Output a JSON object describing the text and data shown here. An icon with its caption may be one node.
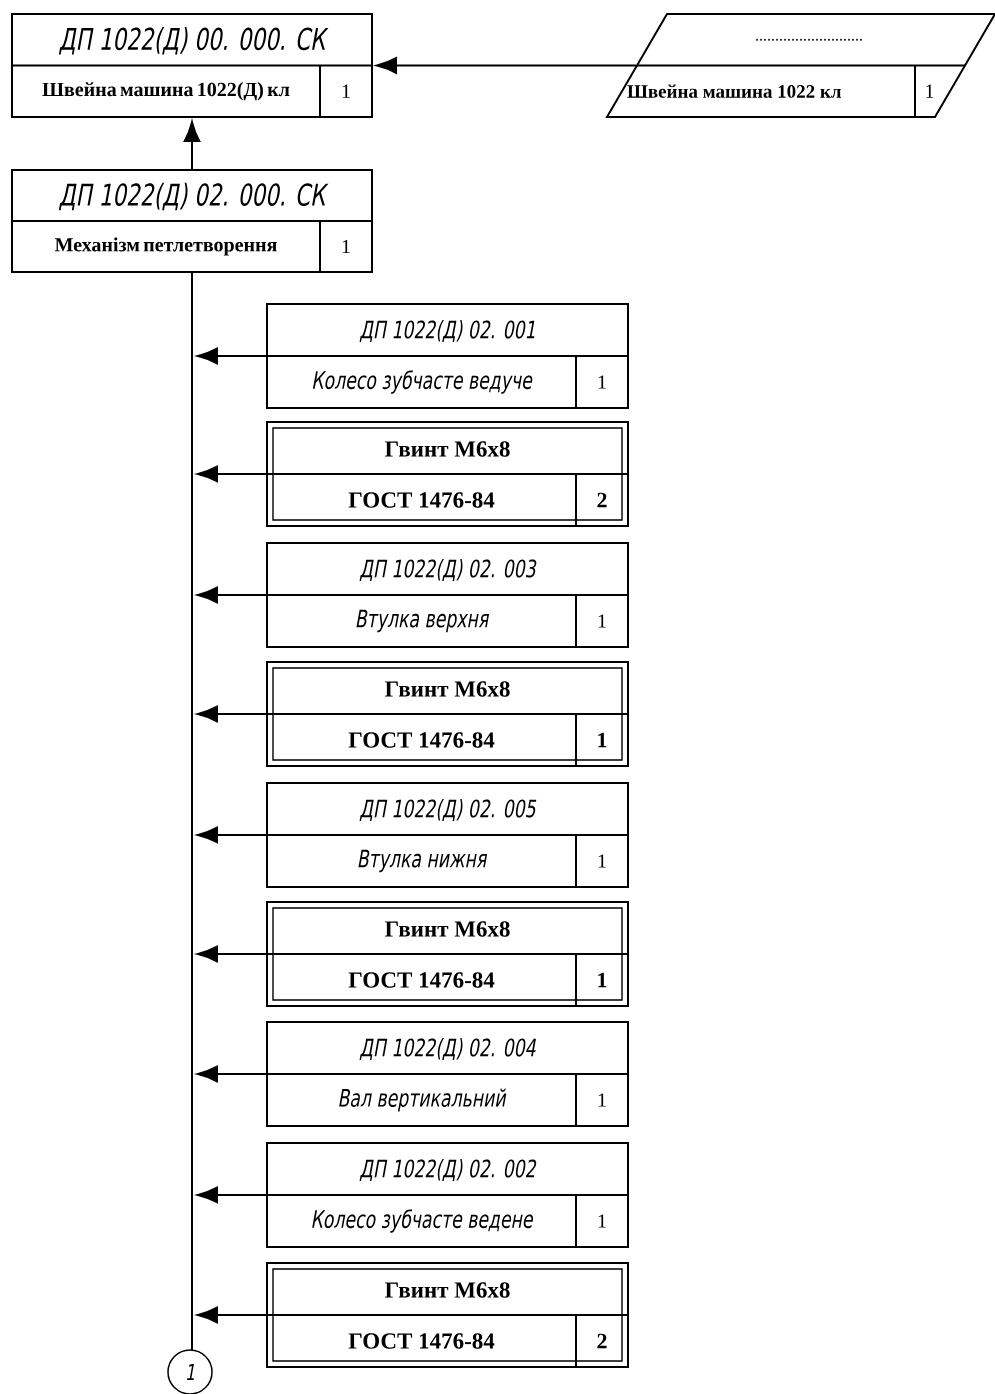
{
  "diagram": {
    "nodes": [
      {
        "text": [
          "ДП 1022(Д) 00. 000. СК",
          "Швейна машина 1022(Д) кл",
          "1"
        ]
      },
      {
        "text": [
          "...........................",
          "Швейна машина 1022 кл",
          "1"
        ]
      },
      {
        "text": [
          "ДП 1022(Д) 02. 000. СК",
          "Механізм петлетворення",
          "1"
        ]
      },
      {
        "text": [
          "ДП 1022(Д) 02. 001",
          "Колесо зубчасте ведуче",
          "1"
        ]
      },
      {
        "text": [
          "Гвинт М6х8",
          "ГОСТ 1476-84",
          "2"
        ]
      },
      {
        "text": [
          "ДП 1022(Д) 02. 003",
          "Втулка верхня",
          "1"
        ]
      },
      {
        "text": [
          "Гвинт М6х8",
          "ГОСТ 1476-84",
          "1"
        ]
      },
      {
        "text": [
          "ДП 1022(Д) 02. 005",
          "Втулка нижня",
          "1"
        ]
      },
      {
        "text": [
          "Гвинт М6х8",
          "ГОСТ 1476-84",
          "1"
        ]
      },
      {
        "text": [
          "ДП 1022(Д) 02. 004",
          "Вал вертикальний",
          "1"
        ]
      },
      {
        "text": [
          "ДП 1022(Д) 02. 002",
          "Колесо зубчасте ведене",
          "1"
        ]
      },
      {
        "text": [
          "Гвинт М6х8",
          "ГОСТ 1476-84",
          "2"
        ]
      },
      {
        "text": [
          "1"
        ]
      },
      {
        "text": [],
        "shape": "bar"
      }
    ],
    "edges": [
      {
        "from": 1,
        "to": 0,
        "arrow": "to"
      },
      {
        "from": 2,
        "to": 0,
        "arrow": "to"
      },
      {
        "from": 3,
        "to": 13,
        "arrow": "to"
      },
      {
        "from": 4,
        "to": 13,
        "arrow": "to"
      },
      {
        "from": 5,
        "to": 13,
        "arrow": "to"
      },
      {
        "from": 6,
        "to": 13,
        "arrow": "to"
      },
      {
        "from": 7,
        "to": 13,
        "arrow": "to"
      },
      {
        "from": 8,
        "to": 13,
        "arrow": "to"
      },
      {
        "from": 9,
        "to": 13,
        "arrow": "to"
      },
      {
        "from": 10,
        "to": 13,
        "arrow": "to"
      },
      {
        "from": 11,
        "to": 13,
        "arrow": "to"
      }
    ]
  }
}
